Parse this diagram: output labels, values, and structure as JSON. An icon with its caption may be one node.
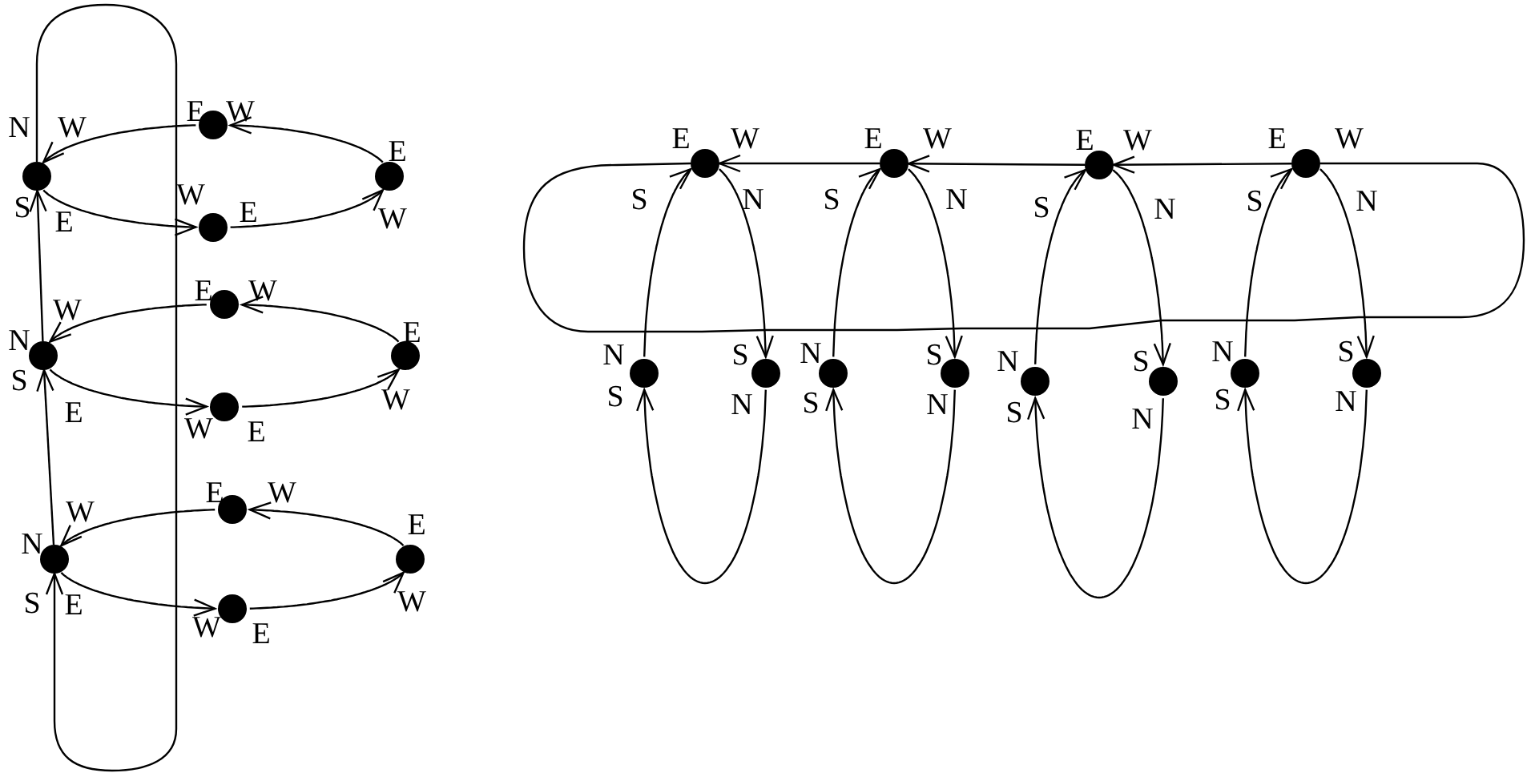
{
  "diagram": {
    "nodes": [
      {
        "text": [],
        "shape": "circle",
        "beside": [
          "N",
          "W",
          "S",
          "E"
        ]
      },
      {
        "text": [],
        "shape": "circle",
        "beside": [
          "E",
          "W"
        ]
      },
      {
        "text": [],
        "shape": "circle",
        "beside": [
          "E",
          "W"
        ]
      },
      {
        "text": [],
        "shape": "circle",
        "beside": [
          "W",
          "E"
        ]
      },
      {
        "text": [],
        "shape": "circle",
        "beside": [
          "W",
          "N",
          "S",
          "E"
        ]
      },
      {
        "text": [],
        "shape": "circle",
        "beside": [
          "E",
          "W"
        ]
      },
      {
        "text": [],
        "shape": "circle",
        "beside": [
          "E",
          "W"
        ]
      },
      {
        "text": [],
        "shape": "circle",
        "beside": [
          "W",
          "E"
        ]
      },
      {
        "text": [],
        "shape": "circle",
        "beside": [
          "W",
          "N",
          "S",
          "E"
        ]
      },
      {
        "text": [],
        "shape": "circle",
        "beside": [
          "E",
          "W"
        ]
      },
      {
        "text": [],
        "shape": "circle",
        "beside": [
          "E",
          "W"
        ]
      },
      {
        "text": [],
        "shape": "circle",
        "beside": [
          "W",
          "E"
        ]
      },
      {
        "text": [],
        "shape": "circle",
        "beside": [
          "E",
          "W",
          "S",
          "N"
        ]
      },
      {
        "text": [],
        "shape": "circle",
        "beside": [
          "E",
          "W",
          "S",
          "N"
        ]
      },
      {
        "text": [],
        "shape": "circle",
        "beside": [
          "E",
          "W",
          "S",
          "N"
        ]
      },
      {
        "text": [],
        "shape": "circle",
        "beside": [
          "E",
          "W",
          "S",
          "N"
        ]
      },
      {
        "text": [],
        "shape": "circle",
        "beside": [
          "N",
          "S"
        ]
      },
      {
        "text": [],
        "shape": "circle",
        "beside": [
          "S",
          "N"
        ]
      },
      {
        "text": [],
        "shape": "circle",
        "beside": [
          "N",
          "S"
        ]
      },
      {
        "text": [],
        "shape": "circle",
        "beside": [
          "S",
          "N"
        ]
      },
      {
        "text": [],
        "shape": "circle",
        "beside": [
          "N",
          "S"
        ]
      },
      {
        "text": [],
        "shape": "circle",
        "beside": [
          "S",
          "N"
        ]
      },
      {
        "text": [],
        "shape": "circle",
        "beside": [
          "N",
          "S"
        ]
      },
      {
        "text": [],
        "shape": "circle",
        "beside": [
          "S",
          "N"
        ]
      }
    ],
    "edges": [
      {
        "from": 2,
        "to": 1,
        "arrow": "to"
      },
      {
        "from": 1,
        "to": 0,
        "arrow": "to"
      },
      {
        "from": 0,
        "to": 3,
        "arrow": "to"
      },
      {
        "from": 3,
        "to": 2,
        "arrow": "to"
      },
      {
        "from": 6,
        "to": 5,
        "arrow": "to"
      },
      {
        "from": 5,
        "to": 4,
        "arrow": "to"
      },
      {
        "from": 4,
        "to": 7,
        "arrow": "to"
      },
      {
        "from": 7,
        "to": 6,
        "arrow": "to"
      },
      {
        "from": 10,
        "to": 9,
        "arrow": "to"
      },
      {
        "from": 9,
        "to": 8,
        "arrow": "to"
      },
      {
        "from": 8,
        "to": 11,
        "arrow": "to"
      },
      {
        "from": 11,
        "to": 10,
        "arrow": "to"
      },
      {
        "from": 4,
        "to": 0,
        "arrow": "to"
      },
      {
        "from": 8,
        "to": 4,
        "arrow": "to"
      },
      {
        "from": 0,
        "to": 8,
        "arrow": "to"
      },
      {
        "from": 12,
        "to": 17,
        "arrow": "to"
      },
      {
        "from": 17,
        "to": 16,
        "arrow": "to"
      },
      {
        "from": 16,
        "to": 12,
        "arrow": "to"
      },
      {
        "from": 13,
        "to": 19,
        "arrow": "to"
      },
      {
        "from": 19,
        "to": 18,
        "arrow": "to"
      },
      {
        "from": 18,
        "to": 13,
        "arrow": "to"
      },
      {
        "from": 14,
        "to": 21,
        "arrow": "to"
      },
      {
        "from": 21,
        "to": 20,
        "arrow": "to"
      },
      {
        "from": 20,
        "to": 14,
        "arrow": "to"
      },
      {
        "from": 15,
        "to": 23,
        "arrow": "to"
      },
      {
        "from": 23,
        "to": 22,
        "arrow": "to"
      },
      {
        "from": 22,
        "to": 15,
        "arrow": "to"
      },
      {
        "from": 13,
        "to": 12,
        "arrow": "to"
      },
      {
        "from": 14,
        "to": 13,
        "arrow": "to"
      },
      {
        "from": 15,
        "to": 14,
        "arrow": "to"
      },
      {
        "from": 15,
        "to": 12,
        "arrow": "none"
      }
    ]
  }
}
